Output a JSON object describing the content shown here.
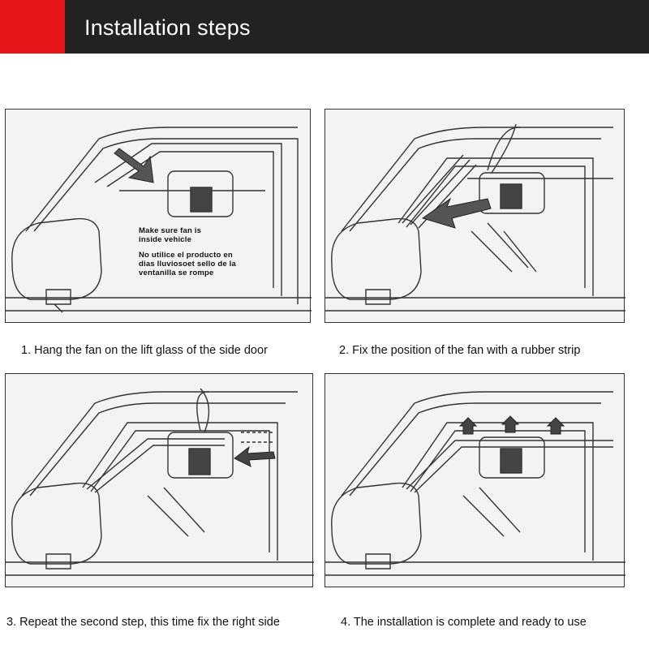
{
  "header": {
    "title": "Installation steps",
    "accent_color": "#e8151b",
    "bar_color": "#222222"
  },
  "steps": [
    {
      "caption": "1. Hang the fan on the lift glass of the side door",
      "note_en_1": "Make sure fan is",
      "note_en_2": "inside vehicle",
      "note_es_1": "No utilice el producto en",
      "note_es_2": "dias lluviosoet sello de la",
      "note_es_3": "ventanilla se rompe"
    },
    {
      "caption": "2. Fix the position of the fan with a rubber strip"
    },
    {
      "caption": "3. Repeat the second step, this time fix the right side"
    },
    {
      "caption": "4. The installation is complete and ready to use"
    }
  ]
}
